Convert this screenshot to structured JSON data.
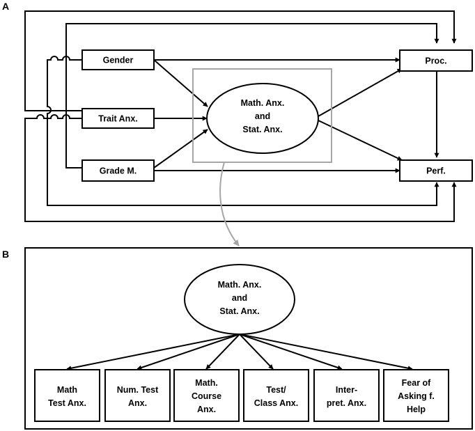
{
  "panels": {
    "a": {
      "label": "A"
    },
    "b": {
      "label": "B"
    }
  },
  "panel_a": {
    "gender": "Gender",
    "trait": "Trait Anx.",
    "grade": "Grade M.",
    "proc": "Proc.",
    "perf": "Perf.",
    "center": [
      "Math. Anx.",
      "and",
      "Stat. Anx."
    ]
  },
  "panel_b": {
    "center": [
      "Math. Anx.",
      "and",
      "Stat. Anx."
    ],
    "factors": [
      [
        "Math",
        "Test Anx."
      ],
      [
        "Num. Test",
        "Anx."
      ],
      [
        "Math.",
        "Course",
        "Anx."
      ],
      [
        "Test/",
        "Class Anx."
      ],
      [
        "Inter-",
        "pret. Anx."
      ],
      [
        "Fear of",
        "Asking f.",
        "Help"
      ]
    ]
  },
  "colors": {
    "stroke": "#000000",
    "highlight_box": "#a6a6a6",
    "background": "#ffffff"
  }
}
